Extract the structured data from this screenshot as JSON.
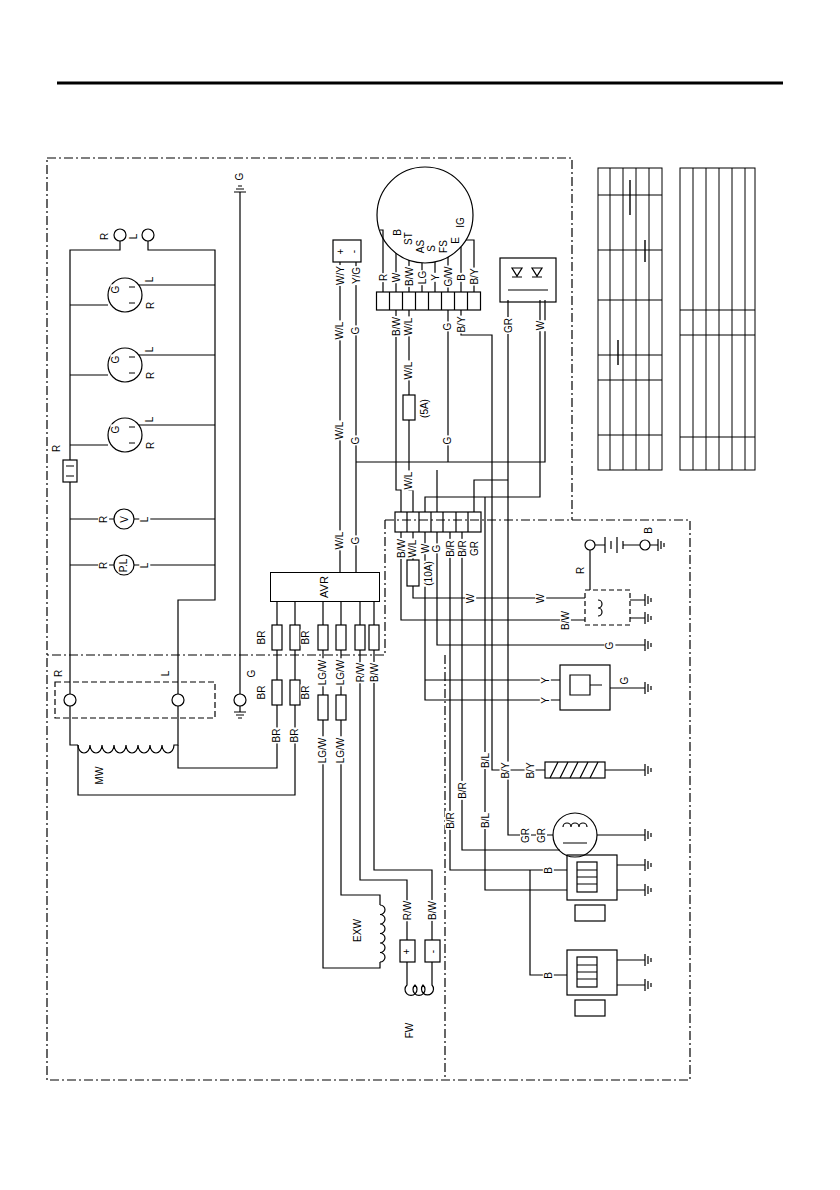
{
  "diagram": {
    "nodes": [
      {
        "text": [
          "AVR"
        ]
      }
    ],
    "labels": [
      "G",
      "R",
      "L",
      "G",
      "L",
      "R",
      "G",
      "L",
      "R",
      "G",
      "L",
      "R",
      "R",
      "R",
      "V",
      "L",
      "R",
      "P.L",
      "L",
      "R",
      "L",
      "G",
      "MW",
      "BR",
      "BR",
      "BR",
      "BR",
      "BR",
      "BR",
      "LG/W",
      "LG/W",
      "LG/W",
      "LG/W",
      "R/W",
      "B/W",
      "W/L",
      "G",
      "W/L",
      "G",
      "W/L",
      "G",
      "W/Y",
      "Y/G",
      "+",
      "-",
      "R",
      "W",
      "B/W",
      "LG",
      "Y",
      "G/W",
      "B",
      "B/Y",
      "B/W",
      "W/L",
      "G",
      "B/Y",
      "B",
      "ST",
      "AS",
      "S",
      "FS",
      "E",
      "IG",
      "W/L",
      "W/L",
      "(5A)",
      "G",
      "GR",
      "W",
      "B/W",
      "W/L",
      "W",
      "G",
      "B/R",
      "B/R",
      "GR",
      "(10A)",
      "W",
      "W",
      "R",
      "B",
      "B/W",
      "G",
      "Y",
      "Y",
      "G",
      "B/Y",
      "B/Y",
      "GR",
      "GR",
      "B/R",
      "B/L",
      "B/R",
      "B/L",
      "B",
      "B",
      "EXW",
      "R/W",
      "B/W",
      "+",
      "-",
      "FW"
    ]
  }
}
